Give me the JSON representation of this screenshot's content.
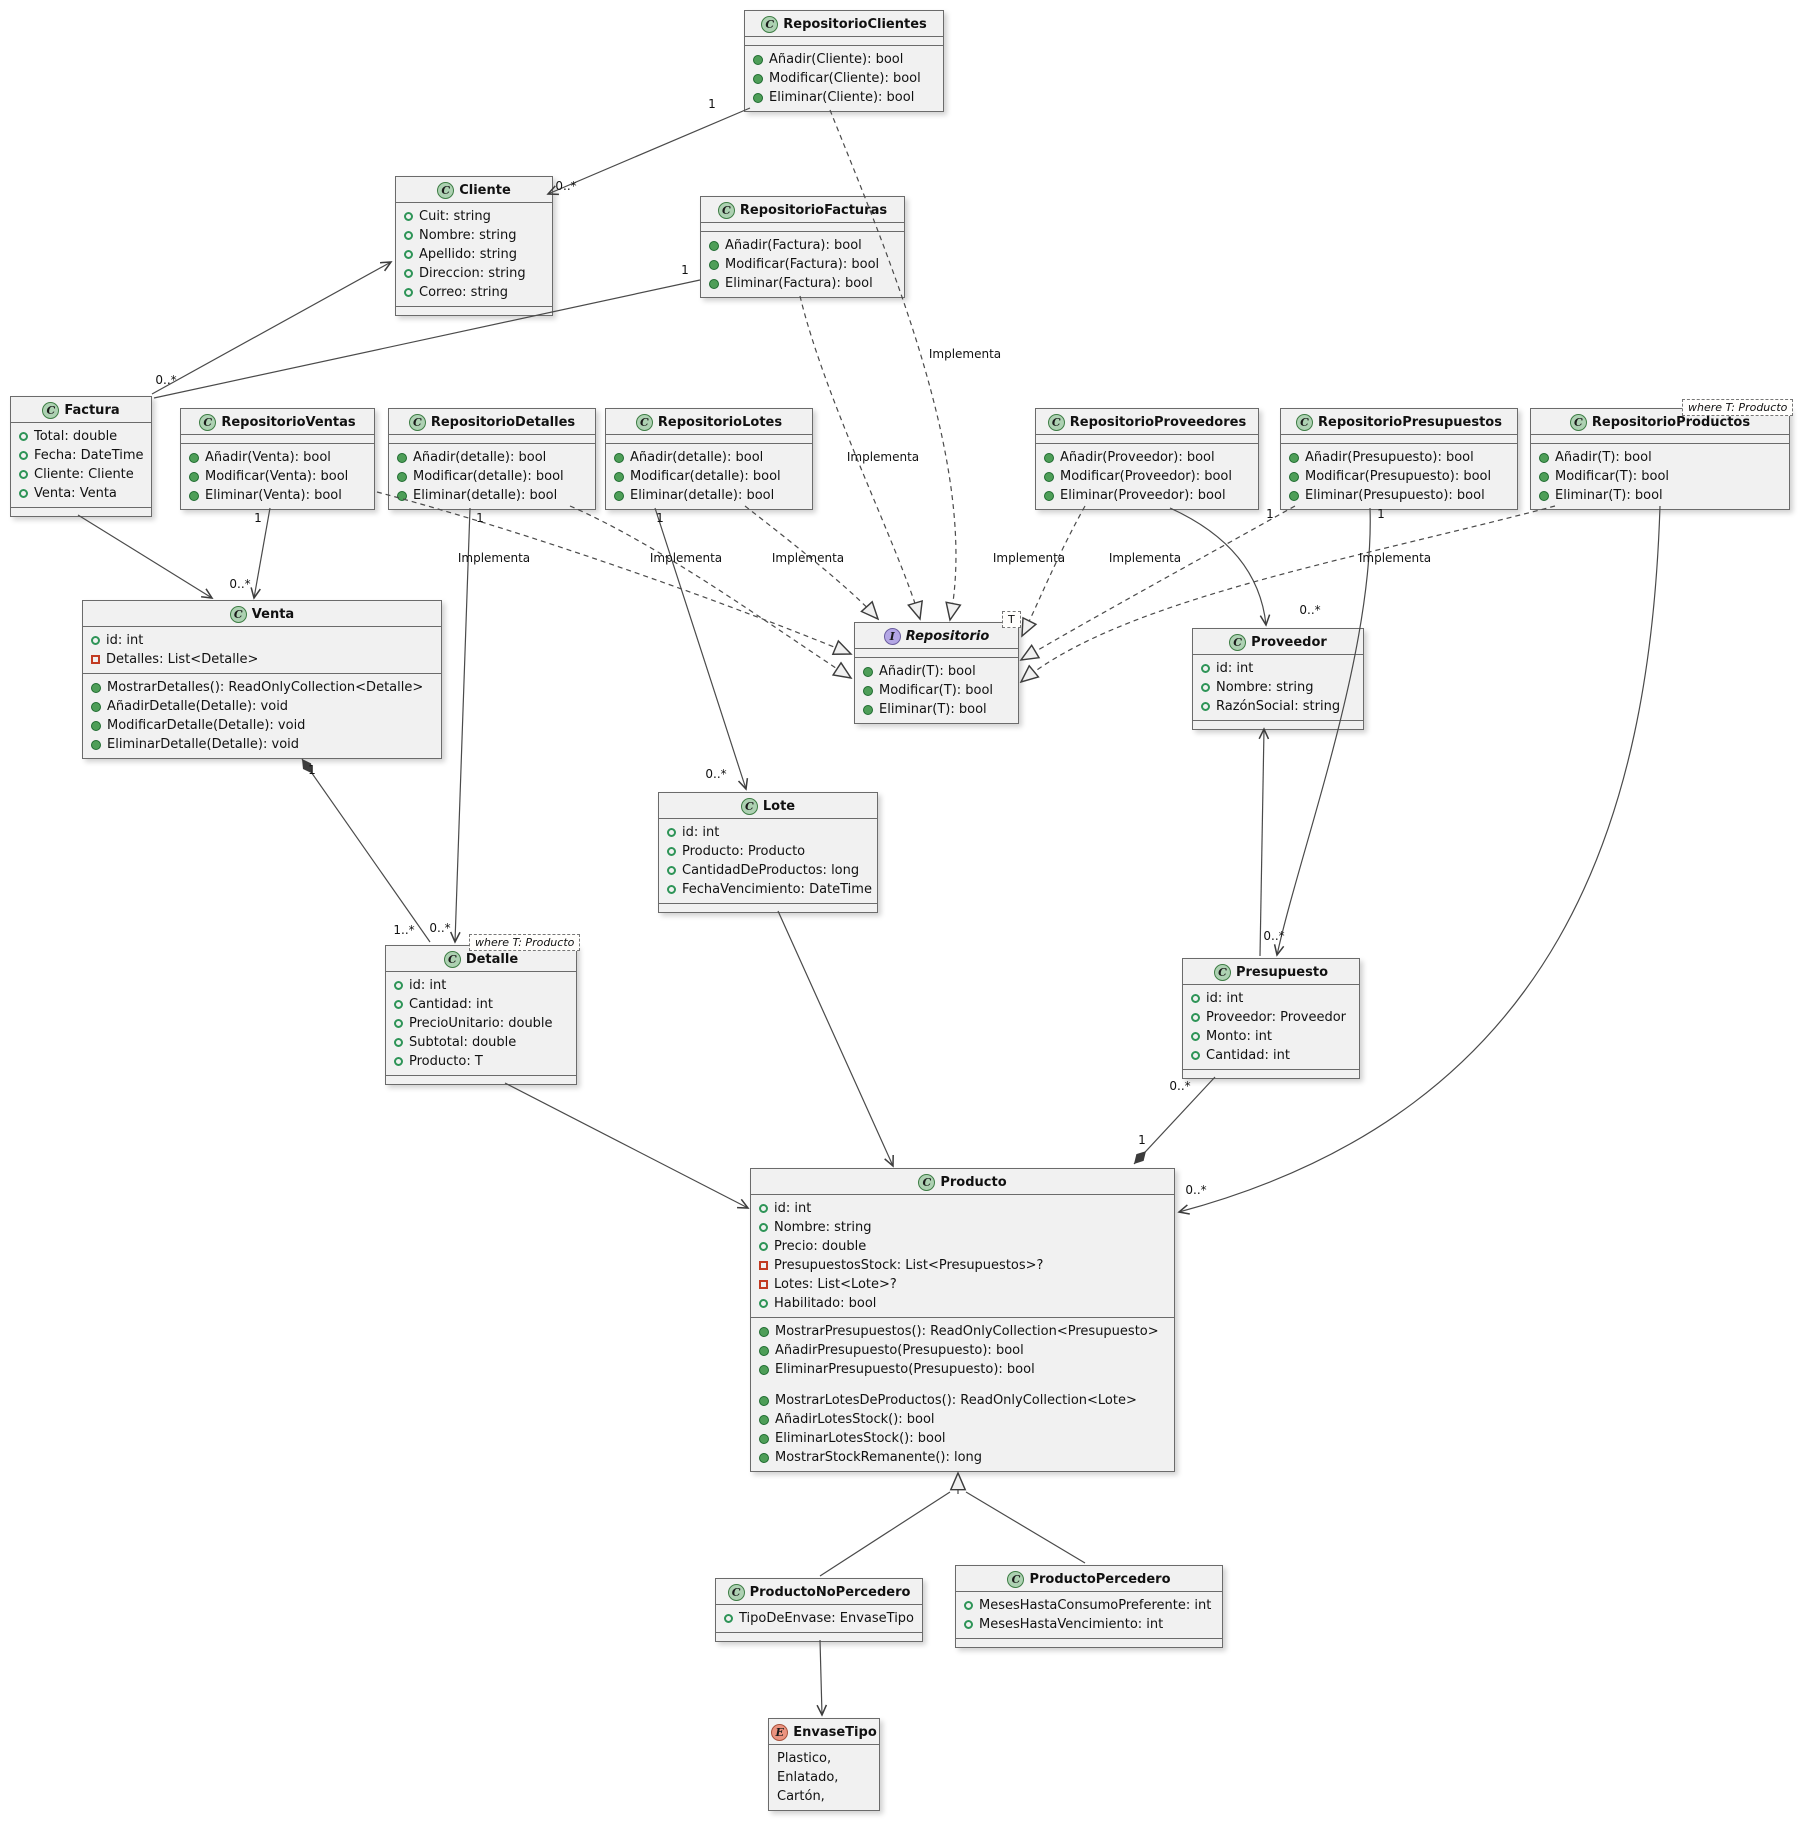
{
  "labels": {
    "implementa": "Implementa",
    "one": "1",
    "zero_many": "0..*",
    "one_many": "1..*"
  },
  "classes": {
    "repositorioClientes": {
      "badge": "C",
      "name": "RepositorioClientes",
      "attributes": [],
      "methods": [
        {
          "v": "m",
          "t": "Añadir(Cliente): bool"
        },
        {
          "v": "m",
          "t": "Modificar(Cliente): bool"
        },
        {
          "v": "m",
          "t": "Eliminar(Cliente): bool"
        }
      ]
    },
    "cliente": {
      "badge": "C",
      "name": "Cliente",
      "attributes": [
        {
          "v": "f",
          "t": "Cuit: string"
        },
        {
          "v": "f",
          "t": "Nombre: string"
        },
        {
          "v": "f",
          "t": "Apellido: string"
        },
        {
          "v": "f",
          "t": "Direccion: string"
        },
        {
          "v": "f",
          "t": "Correo: string"
        }
      ],
      "methods": []
    },
    "repositorioFacturas": {
      "badge": "C",
      "name": "RepositorioFacturas",
      "attributes": [],
      "methods": [
        {
          "v": "m",
          "t": "Añadir(Factura): bool"
        },
        {
          "v": "m",
          "t": "Modificar(Factura): bool"
        },
        {
          "v": "m",
          "t": "Eliminar(Factura): bool"
        }
      ]
    },
    "factura": {
      "badge": "C",
      "name": "Factura",
      "attributes": [
        {
          "v": "f",
          "t": "Total: double"
        },
        {
          "v": "f",
          "t": "Fecha: DateTime"
        },
        {
          "v": "f",
          "t": "Cliente: Cliente"
        },
        {
          "v": "f",
          "t": "Venta: Venta"
        }
      ],
      "methods": []
    },
    "repositorioVentas": {
      "badge": "C",
      "name": "RepositorioVentas",
      "attributes": [],
      "methods": [
        {
          "v": "m",
          "t": "Añadir(Venta): bool"
        },
        {
          "v": "m",
          "t": "Modificar(Venta): bool"
        },
        {
          "v": "m",
          "t": "Eliminar(Venta): bool"
        }
      ]
    },
    "repositorioDetalles": {
      "badge": "C",
      "name": "RepositorioDetalles",
      "attributes": [],
      "methods": [
        {
          "v": "m",
          "t": "Añadir(detalle): bool"
        },
        {
          "v": "m",
          "t": "Modificar(detalle): bool"
        },
        {
          "v": "m",
          "t": "Eliminar(detalle): bool"
        }
      ]
    },
    "repositorioLotes": {
      "badge": "C",
      "name": "RepositorioLotes",
      "attributes": [],
      "methods": [
        {
          "v": "m",
          "t": "Añadir(detalle): bool"
        },
        {
          "v": "m",
          "t": "Modificar(detalle): bool"
        },
        {
          "v": "m",
          "t": "Eliminar(detalle): bool"
        }
      ]
    },
    "repositorioProveedores": {
      "badge": "C",
      "name": "RepositorioProveedores",
      "attributes": [],
      "methods": [
        {
          "v": "m",
          "t": "Añadir(Proveedor): bool"
        },
        {
          "v": "m",
          "t": "Modificar(Proveedor): bool"
        },
        {
          "v": "m",
          "t": "Eliminar(Proveedor): bool"
        }
      ]
    },
    "repositorioPresupuestos": {
      "badge": "C",
      "name": "RepositorioPresupuestos",
      "attributes": [],
      "methods": [
        {
          "v": "m",
          "t": "Añadir(Presupuesto): bool"
        },
        {
          "v": "m",
          "t": "Modificar(Presupuesto): bool"
        },
        {
          "v": "m",
          "t": "Eliminar(Presupuesto): bool"
        }
      ]
    },
    "repositorioProductos": {
      "badge": "C",
      "name": "RepositorioProductos",
      "generic_note": "where T: Producto",
      "attributes": [],
      "methods": [
        {
          "v": "m",
          "t": "Añadir(T): bool"
        },
        {
          "v": "m",
          "t": "Modificar(T): bool"
        },
        {
          "v": "m",
          "t": "Eliminar(T): bool"
        }
      ]
    },
    "repositorio": {
      "badge": "I",
      "name": "Repositorio",
      "generic": "T",
      "attributes": [],
      "methods": [
        {
          "v": "m",
          "t": "Añadir(T): bool"
        },
        {
          "v": "m",
          "t": "Modificar(T): bool"
        },
        {
          "v": "m",
          "t": "Eliminar(T): bool"
        }
      ]
    },
    "venta": {
      "badge": "C",
      "name": "Venta",
      "attributes": [
        {
          "v": "f",
          "t": "id: int"
        },
        {
          "v": "p",
          "t": "Detalles: List<Detalle>"
        }
      ],
      "methods": [
        {
          "v": "m",
          "t": "MostrarDetalles(): ReadOnlyCollection<Detalle>"
        },
        {
          "v": "m",
          "t": "AñadirDetalle(Detalle): void"
        },
        {
          "v": "m",
          "t": "ModificarDetalle(Detalle): void"
        },
        {
          "v": "m",
          "t": "EliminarDetalle(Detalle): void"
        }
      ]
    },
    "proveedor": {
      "badge": "C",
      "name": "Proveedor",
      "attributes": [
        {
          "v": "f",
          "t": "id: int"
        },
        {
          "v": "f",
          "t": "Nombre: string"
        },
        {
          "v": "f",
          "t": "RazónSocial: string"
        }
      ],
      "methods": []
    },
    "lote": {
      "badge": "C",
      "name": "Lote",
      "attributes": [
        {
          "v": "f",
          "t": "id: int"
        },
        {
          "v": "f",
          "t": "Producto: Producto"
        },
        {
          "v": "f",
          "t": "CantidadDeProductos: long"
        },
        {
          "v": "f",
          "t": "FechaVencimiento: DateTime"
        }
      ],
      "methods": []
    },
    "detalle": {
      "badge": "C",
      "name": "Detalle",
      "generic_note": "where T: Producto",
      "attributes": [
        {
          "v": "f",
          "t": "id: int"
        },
        {
          "v": "f",
          "t": "Cantidad: int"
        },
        {
          "v": "f",
          "t": "PrecioUnitario: double"
        },
        {
          "v": "f",
          "t": "Subtotal: double"
        },
        {
          "v": "f",
          "t": "Producto: T"
        }
      ],
      "methods": []
    },
    "presupuesto": {
      "badge": "C",
      "name": "Presupuesto",
      "attributes": [
        {
          "v": "f",
          "t": "id: int"
        },
        {
          "v": "f",
          "t": "Proveedor: Proveedor"
        },
        {
          "v": "f",
          "t": "Monto: int"
        },
        {
          "v": "f",
          "t": "Cantidad: int"
        }
      ],
      "methods": []
    },
    "producto": {
      "badge": "C",
      "name": "Producto",
      "attributes": [
        {
          "v": "f",
          "t": "id: int"
        },
        {
          "v": "f",
          "t": "Nombre: string"
        },
        {
          "v": "f",
          "t": "Precio: double"
        },
        {
          "v": "p",
          "t": "PresupuestosStock: List<Presupuestos>?"
        },
        {
          "v": "p",
          "t": "Lotes: List<Lote>?"
        },
        {
          "v": "f",
          "t": "Habilitado: bool"
        }
      ],
      "methods": [
        {
          "v": "m",
          "t": "MostrarPresupuestos(): ReadOnlyCollection<Presupuesto>"
        },
        {
          "v": "m",
          "t": "AñadirPresupuesto(Presupuesto): bool"
        },
        {
          "v": "m",
          "t": "EliminarPresupuesto(Presupuesto): bool"
        },
        {
          "v": "blank",
          "t": ""
        },
        {
          "v": "m",
          "t": "MostrarLotesDeProductos(): ReadOnlyCollection<Lote>"
        },
        {
          "v": "m",
          "t": "AñadirLotesStock(): bool"
        },
        {
          "v": "m",
          "t": "EliminarLotesStock(): bool"
        },
        {
          "v": "m",
          "t": "MostrarStockRemanente(): long"
        }
      ]
    },
    "productoNoPercedero": {
      "badge": "C",
      "name": "ProductoNoPercedero",
      "attributes": [
        {
          "v": "f",
          "t": "TipoDeEnvase: EnvaseTipo"
        }
      ],
      "methods": []
    },
    "productoPercedero": {
      "badge": "C",
      "name": "ProductoPercedero",
      "attributes": [
        {
          "v": "f",
          "t": "MesesHastaConsumoPreferente: int"
        },
        {
          "v": "f",
          "t": "MesesHastaVencimiento: int"
        }
      ],
      "methods": []
    },
    "envaseTipo": {
      "badge": "E",
      "name": "EnvaseTipo",
      "attributes": [
        {
          "v": "e",
          "t": "Plastico,"
        },
        {
          "v": "e",
          "t": "Enlatado,"
        },
        {
          "v": "e",
          "t": "Cartón,"
        }
      ]
    }
  }
}
